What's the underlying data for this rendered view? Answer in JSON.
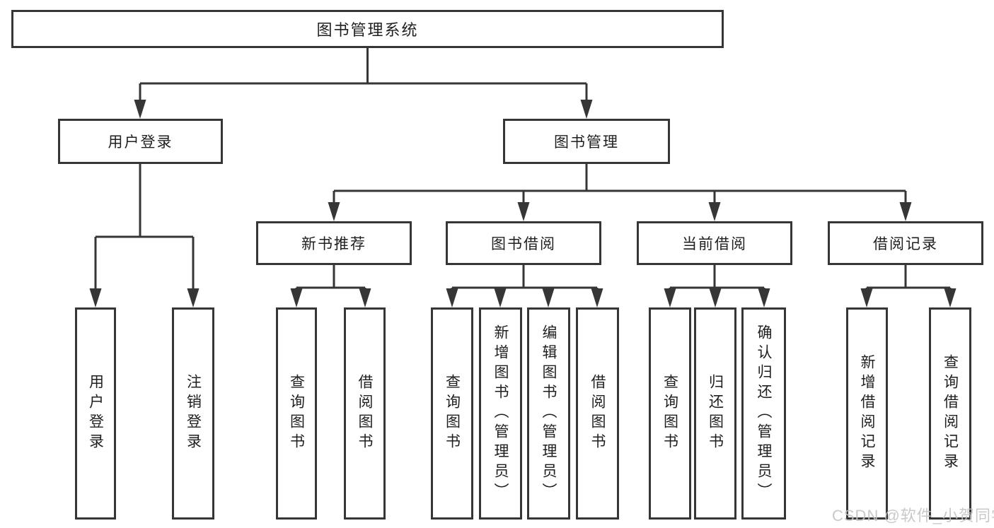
{
  "diagram": {
    "root": {
      "label": "图书管理系统"
    },
    "user_login": {
      "label": "用户登录",
      "children": {
        "login": "用户登录",
        "logout": "注销登录"
      }
    },
    "book_mgmt": {
      "label": "图书管理",
      "new_books": {
        "label": "新书推荐",
        "children": {
          "search": "查询图书",
          "borrow": "借阅图书"
        }
      },
      "book_borrow": {
        "label": "图书借阅",
        "children": {
          "search": "查询图书",
          "add": "新增图书（管理员）",
          "edit": "编辑图书（管理员）",
          "borrow": "借阅图书"
        }
      },
      "current_borrow": {
        "label": "当前借阅",
        "children": {
          "search": "查询图书",
          "return": "归还图书",
          "confirm_return": "确认归还（管理员）"
        }
      },
      "borrow_records": {
        "label": "借阅记录",
        "children": {
          "add": "新增借阅记录",
          "search": "查询借阅记录"
        }
      }
    },
    "watermark": "CSDN @软件_小贺同学",
    "colors": {
      "line": "#363636",
      "box_border": "#363636",
      "text": "#1f1f1f",
      "watermark": "#c4c4c4",
      "background": "#ffffff"
    }
  }
}
